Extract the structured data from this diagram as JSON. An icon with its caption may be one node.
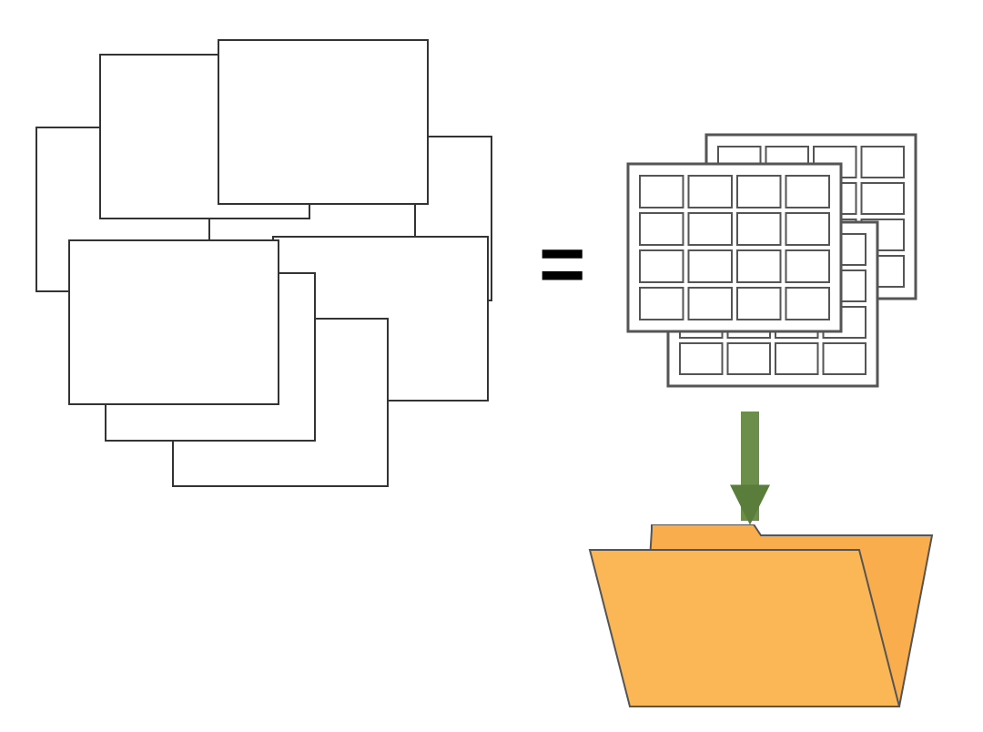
{
  "diagram": {
    "nodes": [
      {
        "text": [],
        "shape": "picture"
      },
      {
        "text": [],
        "shape": "folder"
      }
    ],
    "edges": [
      {
        "from": 0,
        "to": 1,
        "arrow": "to"
      }
    ],
    "labels": [
      "="
    ]
  }
}
